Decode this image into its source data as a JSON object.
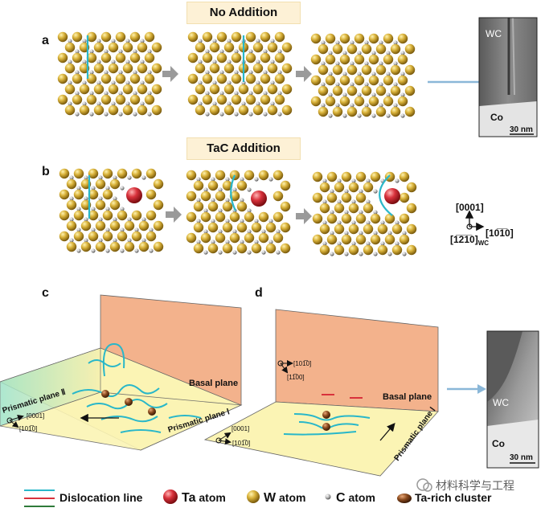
{
  "headers": {
    "no_addition": "No Addition",
    "tac_addition": "TaC Addition"
  },
  "panels": {
    "a": "a",
    "b": "b",
    "c": "c",
    "d": "d"
  },
  "tem_top": {
    "wc": "WC",
    "co": "Co",
    "scale": "30 nm"
  },
  "tem_bottom": {
    "wc": "WC",
    "co": "Co",
    "scale": "30 nm"
  },
  "axes": {
    "vertical": "[0001]",
    "horizontal": "[10̅1̅0]",
    "out": "[1̅2̅1̅0]",
    "out_sub": "WC"
  },
  "diagram_c": {
    "basal": "Basal plane",
    "prismatic_i": "Prismatic plane Ⅰ",
    "prismatic_ii": "Prismatic plane Ⅱ",
    "dir1": "[0001]",
    "dir2": "[101̅0]"
  },
  "diagram_d": {
    "basal": "Basal plane",
    "prismatic_i": "Prismatic plane Ⅰ",
    "dir1": "[101̅0]",
    "dir2": "[11̅00]",
    "dir3": "[0001]",
    "dir4": "[101̅0]"
  },
  "legend": {
    "dislocation": "Dislocation line",
    "ta": "Ta",
    "ta_suffix": " atom",
    "w": "W",
    "w_suffix": " atom",
    "c": "C",
    "c_suffix": " atom",
    "cluster": "Ta-rich cluster"
  },
  "watermark": "材料科学与工程",
  "colors": {
    "w_atom": "#c9a12a",
    "c_atom": "#a9a9a9",
    "ta_atom": "#d8323c",
    "dislocation": "#29b7c9",
    "cluster": "#8a4a1e",
    "basal": "#f3b28c",
    "prismatic": "#fbf4b4"
  }
}
